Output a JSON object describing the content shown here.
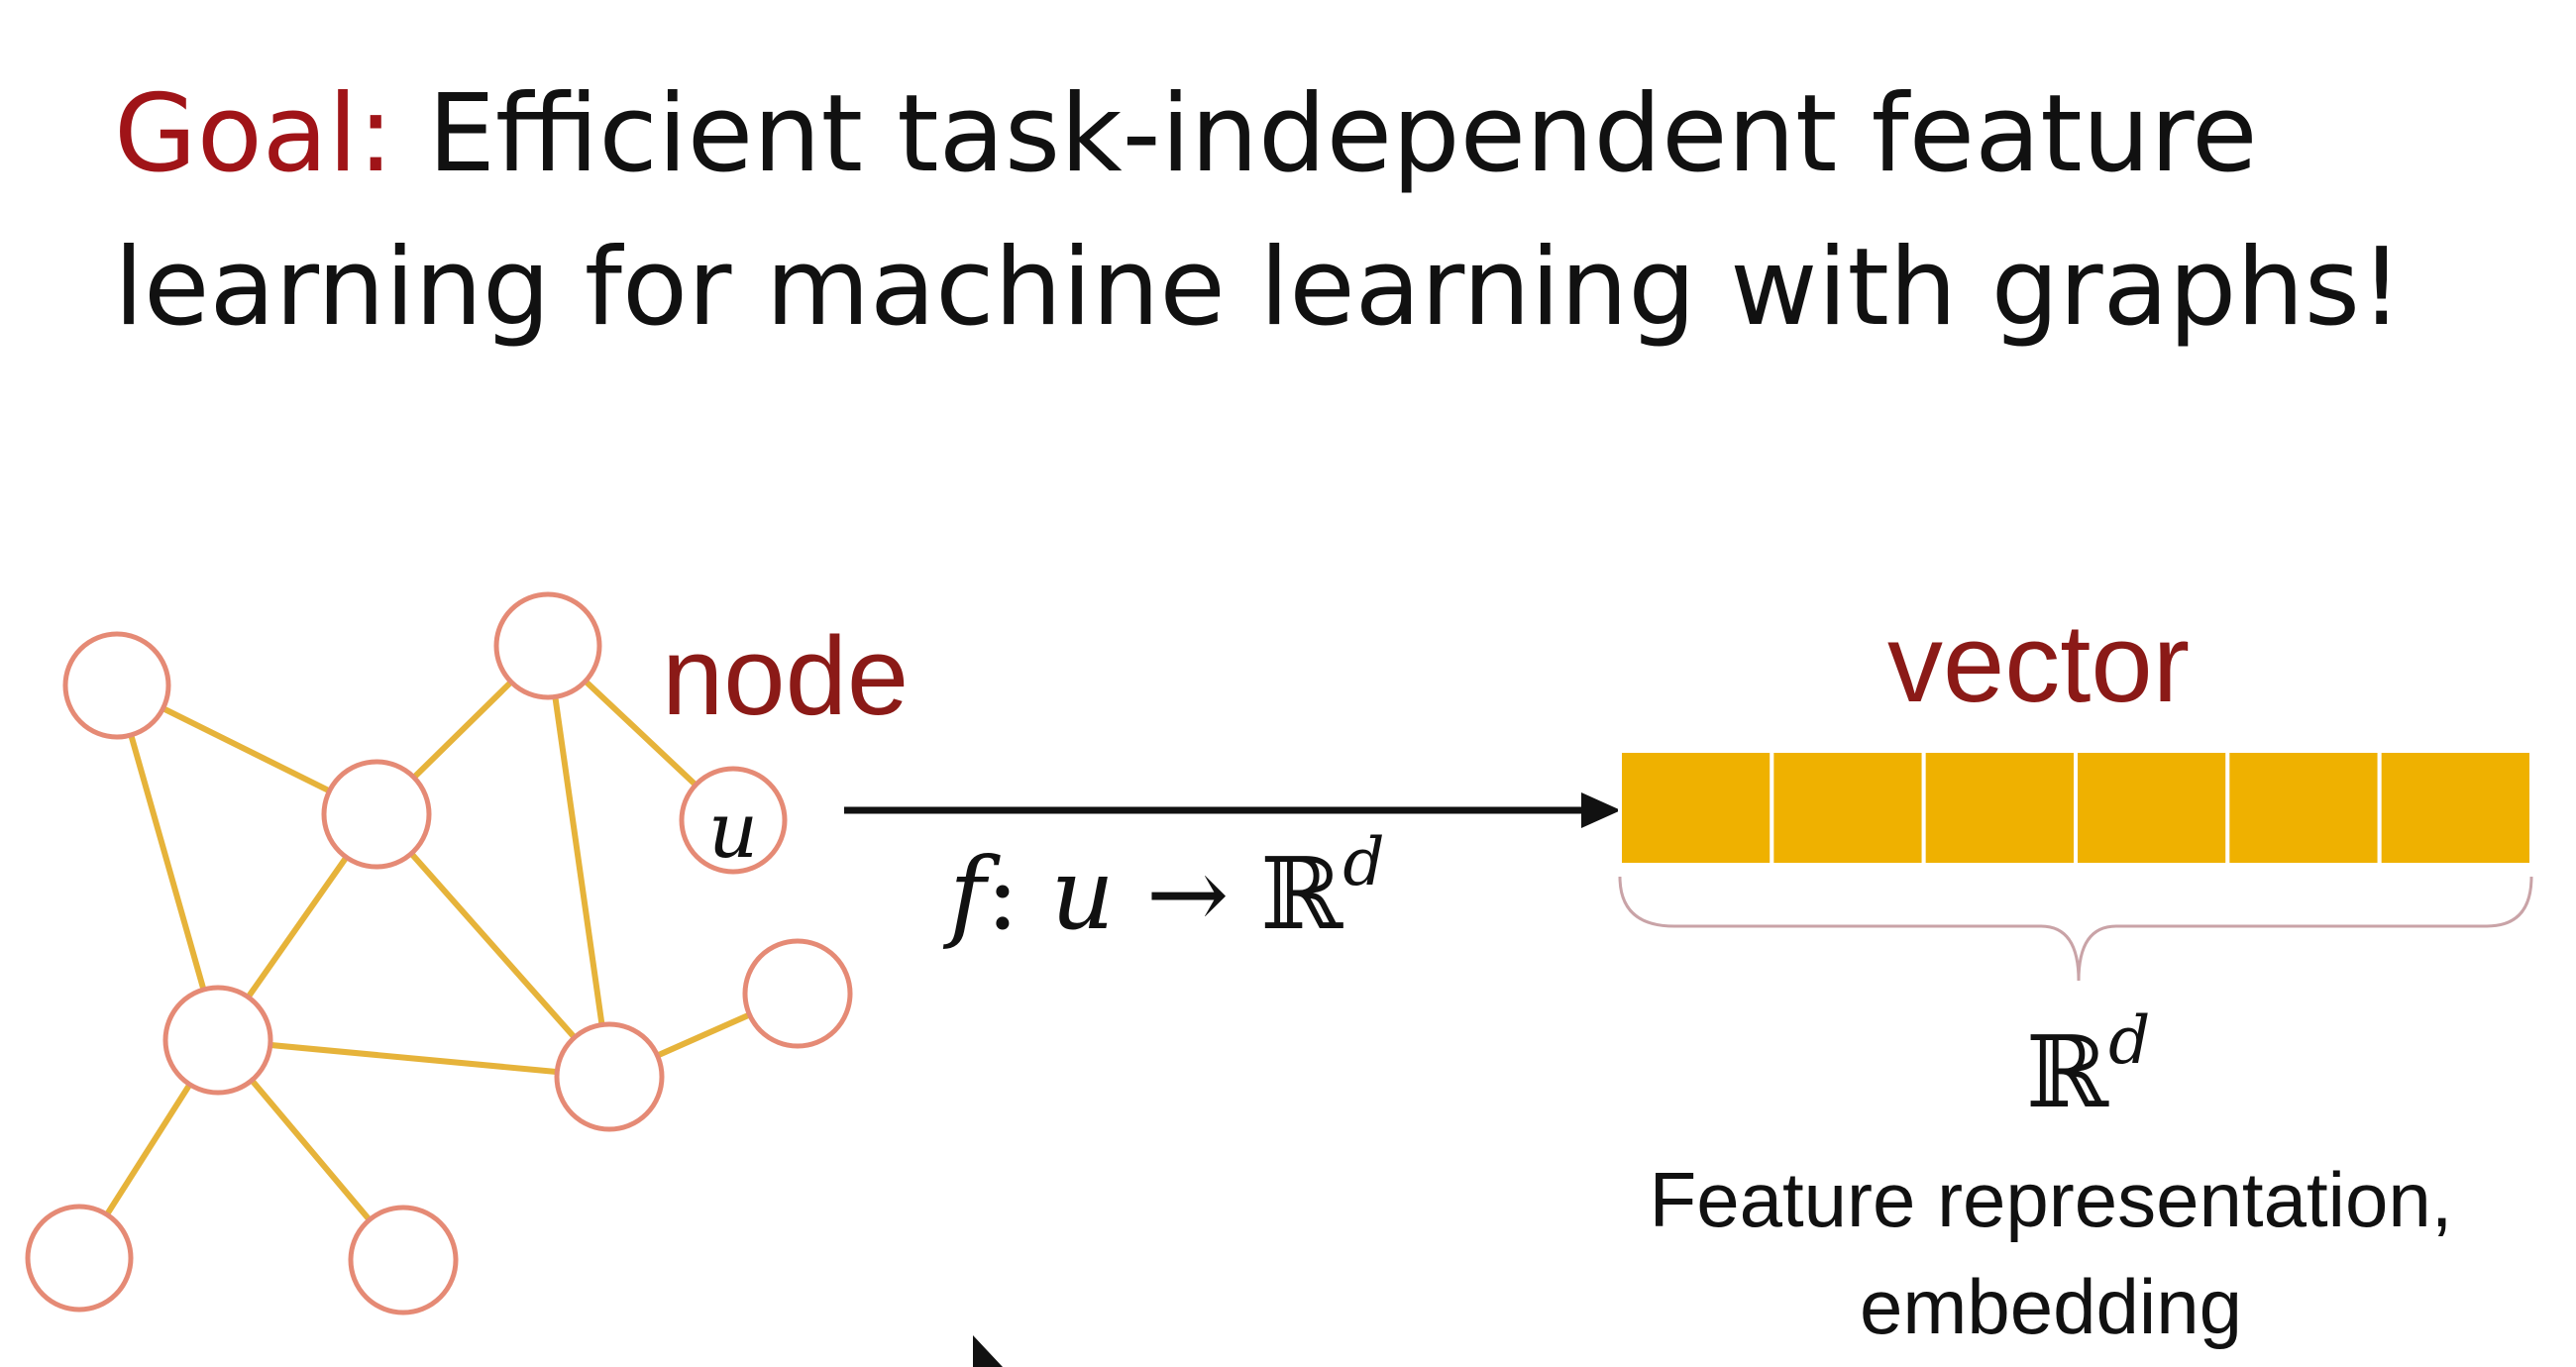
{
  "title": {
    "goal": "Goal:",
    "line1": "Efficient task-independent feature",
    "line2": "learning for machine learning with graphs!"
  },
  "graph": {
    "node_label": "node",
    "target_node": "u"
  },
  "mapping": {
    "f": "f",
    "colon": ": ",
    "u": "u",
    "arrow": " → ",
    "reals": "ℝ",
    "dim": "d"
  },
  "embedding": {
    "vector_label": "vector",
    "cell_count": 6,
    "reals": "ℝ",
    "dim": "d",
    "caption_line1": "Feature representation,",
    "caption_line2": "embedding"
  },
  "colors": {
    "goal_red": "#a01418",
    "label_red": "#8b1a17",
    "edge_gold": "#e6b33a",
    "node_outline": "#e58a75",
    "vector_fill": "#efb100",
    "brace": "#c9a3a7"
  }
}
